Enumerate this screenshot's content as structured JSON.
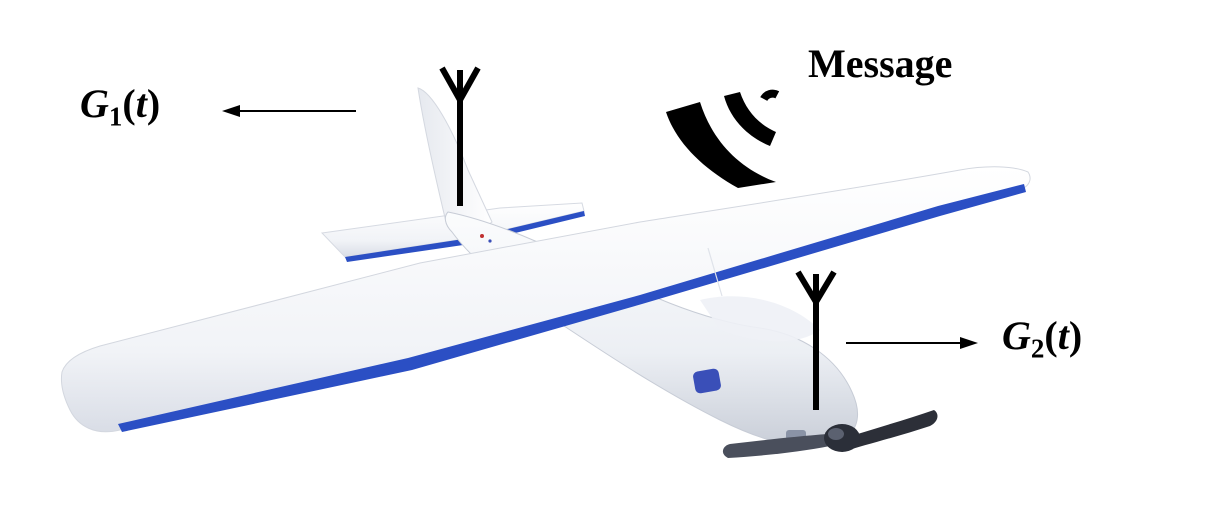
{
  "labels": {
    "message": "Message",
    "g1": {
      "symbol": "G",
      "subscript": "1",
      "open": "(",
      "arg": "t",
      "close": ")"
    },
    "g2": {
      "symbol": "G",
      "subscript": "2",
      "open": "(",
      "arg": "t",
      "close": ")"
    }
  },
  "colors": {
    "airframe": "#f4f6f9",
    "trim": "#2b4fc4",
    "antenna": "#000000",
    "arrow": "#000000",
    "signal": "#000000"
  },
  "icons": {
    "antennas": [
      "antenna-icon",
      "antenna-icon"
    ],
    "signal": "wifi-signal-icon",
    "aircraft": "fixed-wing-uav-image"
  }
}
